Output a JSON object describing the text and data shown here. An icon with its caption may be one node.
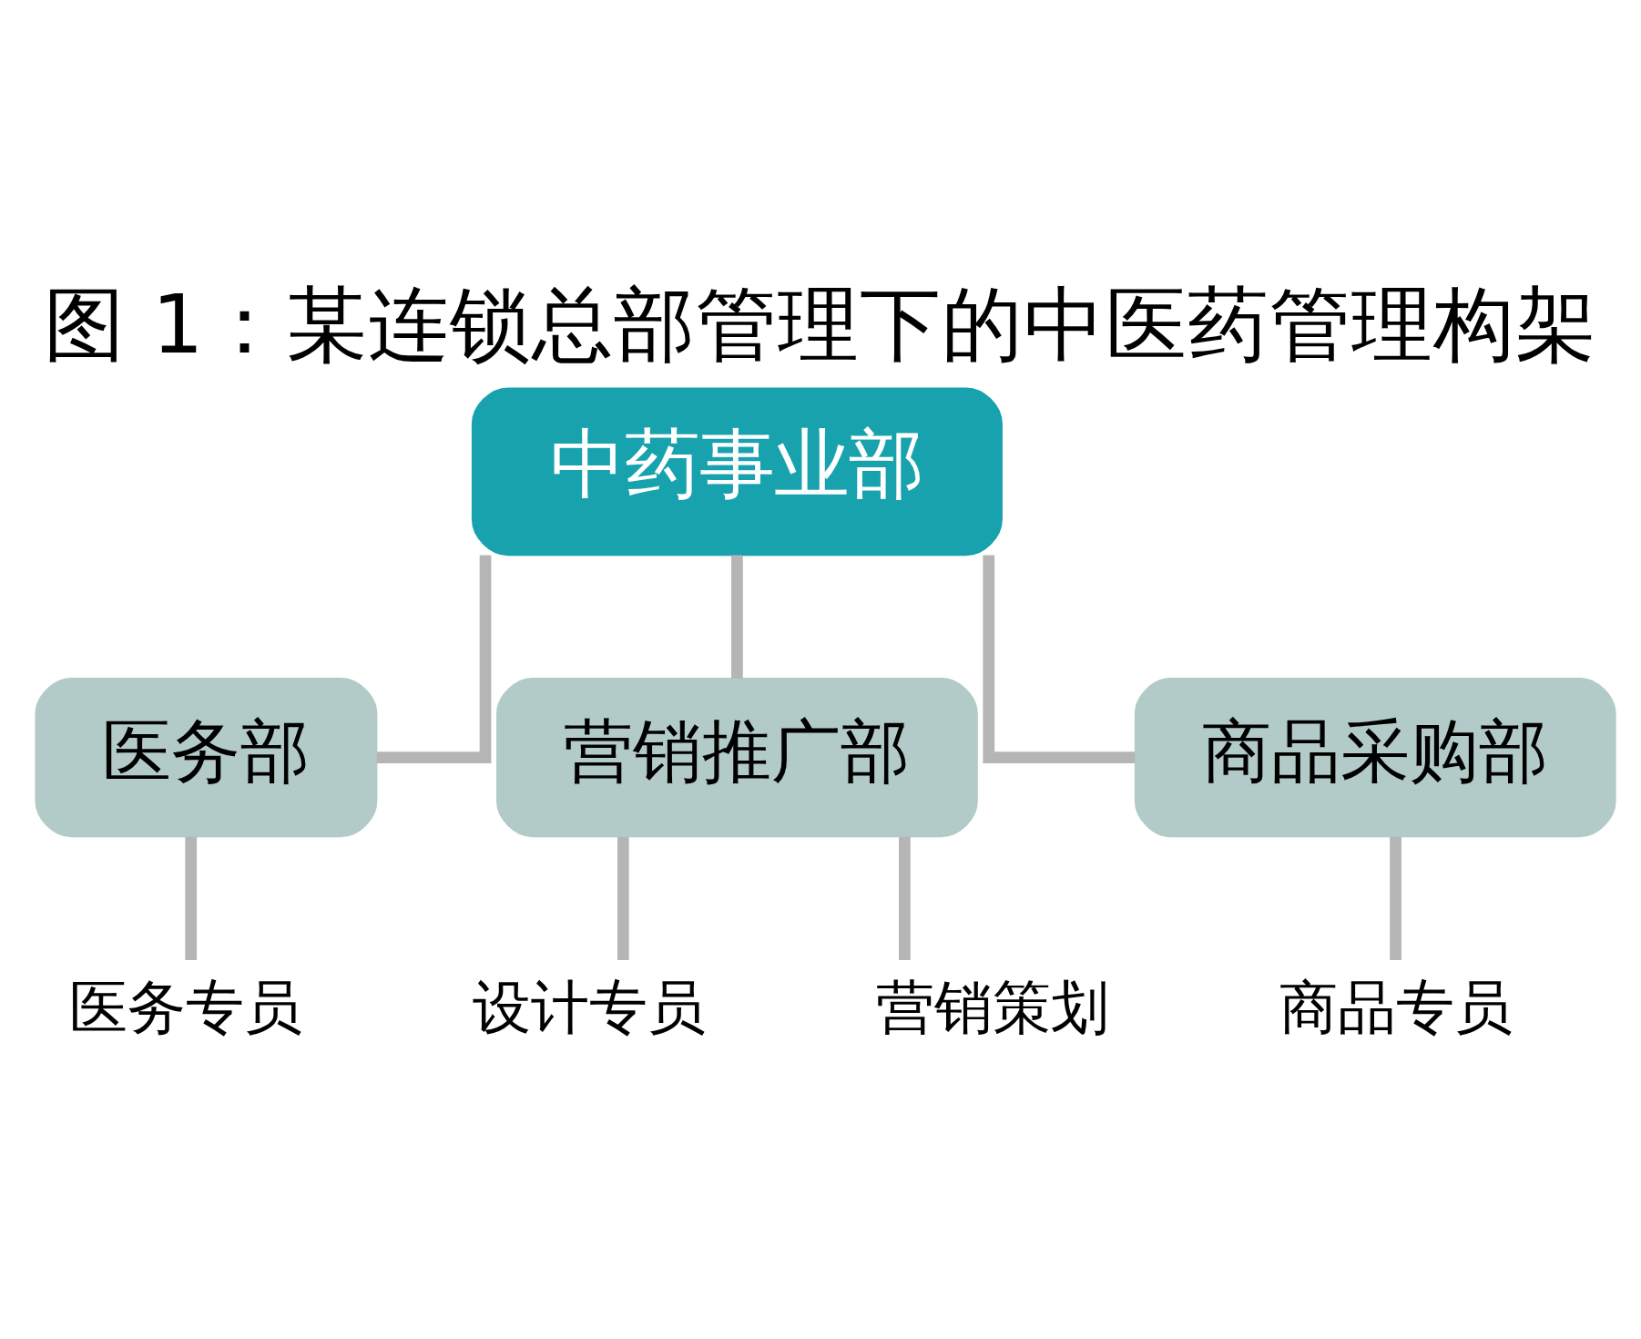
{
  "diagram": {
    "title": "图 1：某连锁总部管理下的中医药管理构架",
    "nodes": [
      {
        "text": [
          "中药事业部"
        ]
      },
      {
        "text": [
          "医务部"
        ]
      },
      {
        "text": [
          "营销推广部"
        ]
      },
      {
        "text": [
          "商品采购部"
        ]
      },
      {
        "text": [
          "医务专员"
        ]
      },
      {
        "text": [
          "设计专员"
        ]
      },
      {
        "text": [
          "营销策划"
        ]
      },
      {
        "text": [
          "商品专员"
        ]
      }
    ],
    "edges": [
      {
        "from": 0,
        "to": 1,
        "arrow": "none"
      },
      {
        "from": 0,
        "to": 2,
        "arrow": "none"
      },
      {
        "from": 0,
        "to": 3,
        "arrow": "none"
      },
      {
        "from": 1,
        "to": 4,
        "arrow": "none"
      },
      {
        "from": 2,
        "to": 5,
        "arrow": "none"
      },
      {
        "from": 2,
        "to": 6,
        "arrow": "none"
      },
      {
        "from": 3,
        "to": 7,
        "arrow": "none"
      }
    ]
  }
}
